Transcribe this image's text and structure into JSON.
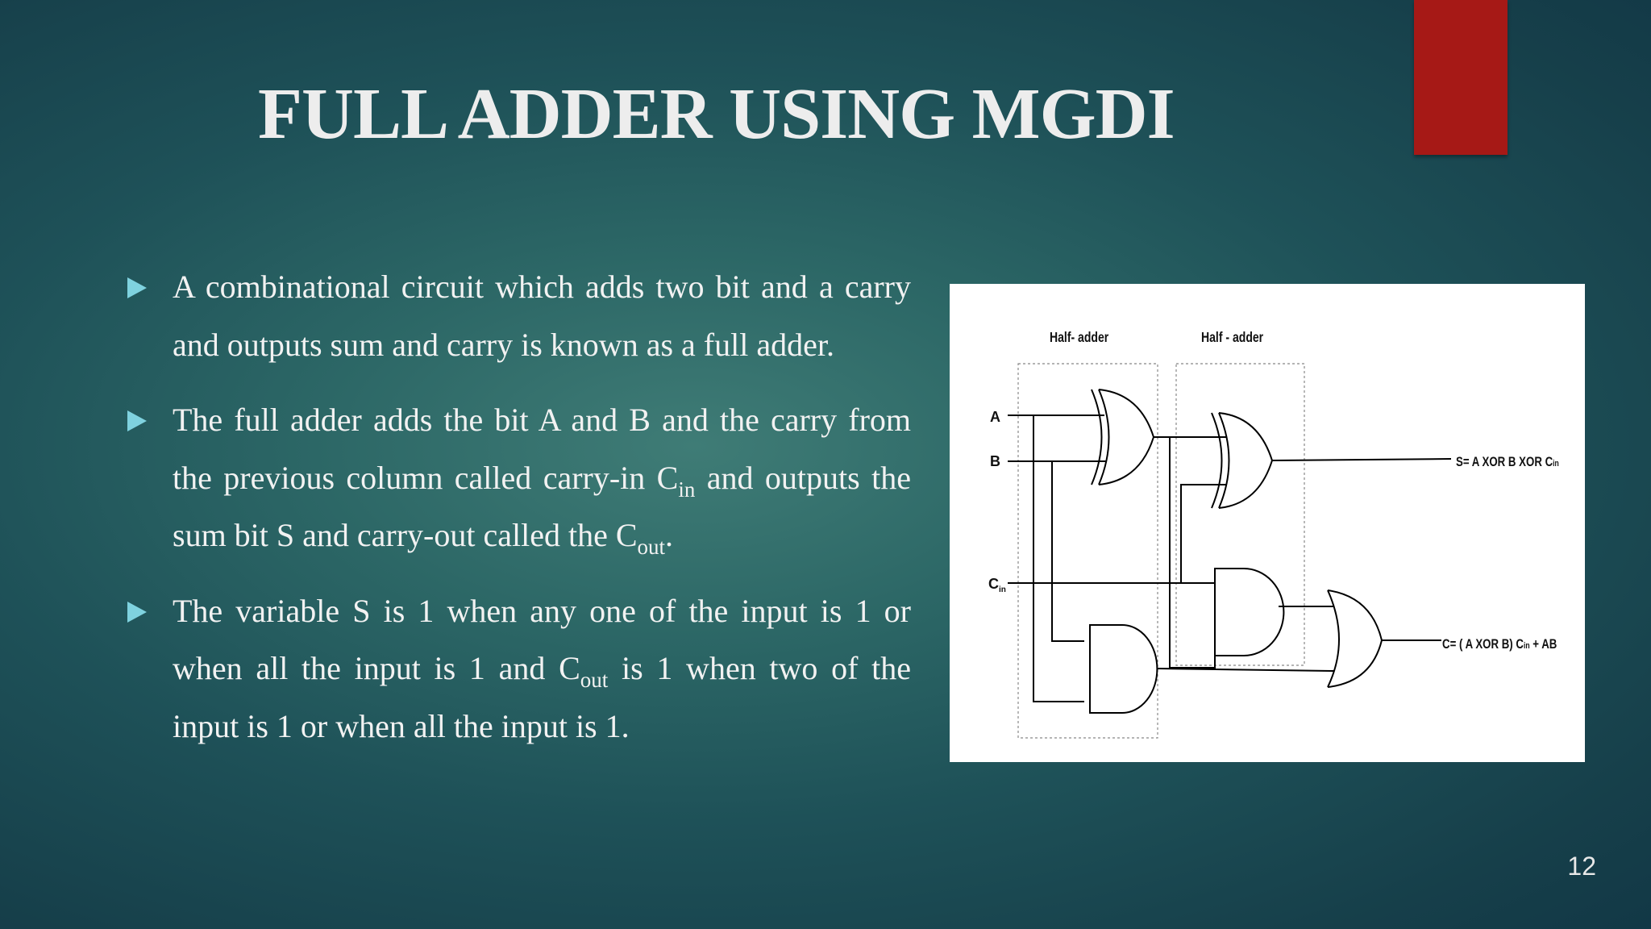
{
  "slide": {
    "title": "FULL ADDER USING MGDI",
    "page_number": "12",
    "accent_color": "#a61916",
    "bullet_marker_icon": "play-triangle-icon",
    "bullets": [
      {
        "text": "A combinational circuit which adds two bit and a carry and outputs sum and carry is known as a full adder."
      },
      {
        "pre": "The full adder adds the bit A and B and the carry from the previous column called carry-in C",
        "sub1": "in",
        "mid": " and outputs the sum bit S and carry-out called the C",
        "sub2": "out",
        "post": "."
      },
      {
        "pre": "The variable S is 1 when any one of the input is 1 or when all the input is 1 and C",
        "sub1": "out",
        "mid": "  is 1 when two of the input is 1 or when all the input is 1."
      }
    ]
  },
  "diagram": {
    "half_adder_1": "Half- adder",
    "half_adder_2": "Half - adder",
    "input_a": "A",
    "input_b": "B",
    "input_cin": "C",
    "input_cin_sub": "in",
    "sum_output": "S= A XOR B XOR C",
    "sum_output_sub": "in",
    "carry_output_pre": "C= ( A XOR B) C",
    "carry_output_sub": "in",
    "carry_output_post": " + AB"
  }
}
